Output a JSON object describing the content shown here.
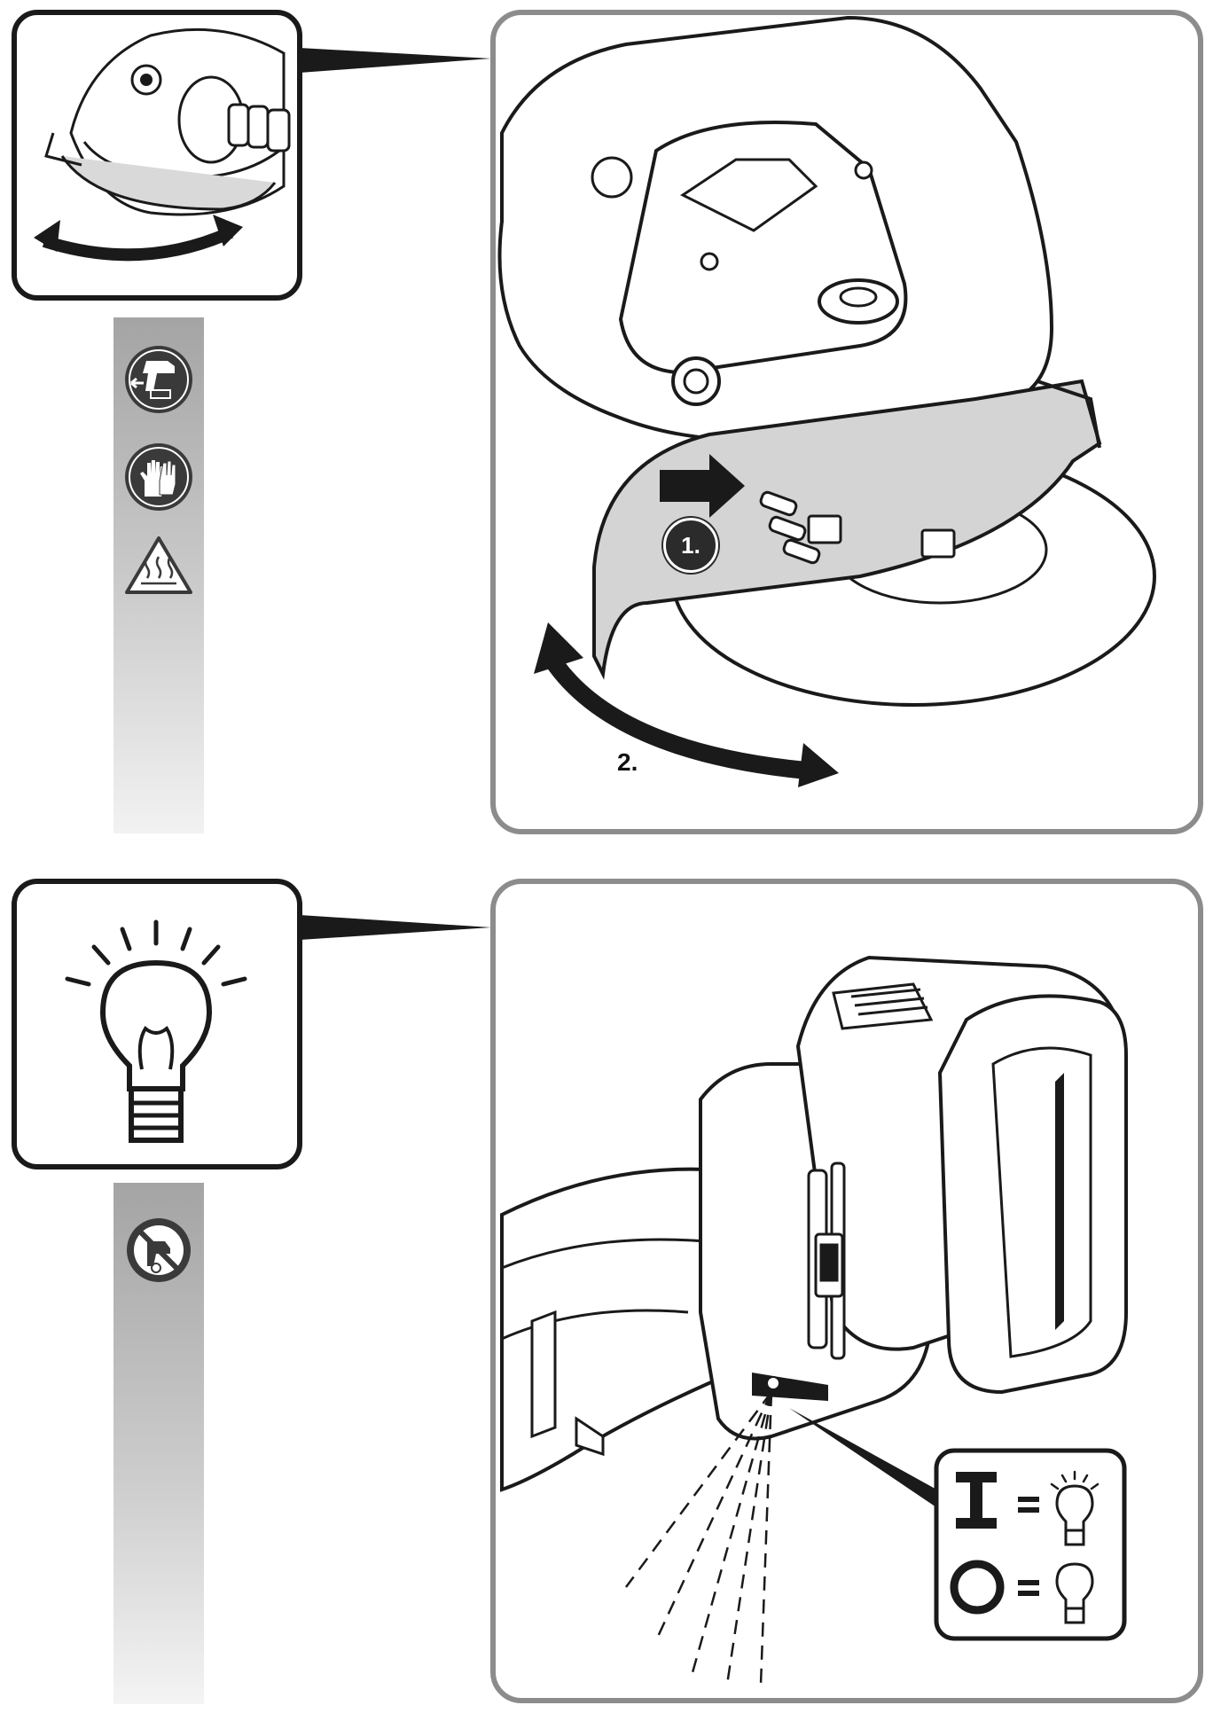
{
  "steps": {
    "step1_label": "1.",
    "step2_label": "2."
  },
  "legend": {
    "on_symbol": "I",
    "off_symbol": "O",
    "equals": "="
  },
  "icons": {
    "sidebar_top": [
      "remove-battery-icon",
      "wear-gloves-icon",
      "hot-surface-warning-icon"
    ],
    "sidebar_bottom": [
      "no-battery-needed-icon"
    ],
    "thumbnails": [
      "guard-rotation-thumbnail",
      "lightbulb-thumbnail"
    ]
  },
  "colors": {
    "frame_outline": "#1a1a1a",
    "panel_outline": "#8c8c8c",
    "sidebar_gray": "#a9a9a9"
  }
}
